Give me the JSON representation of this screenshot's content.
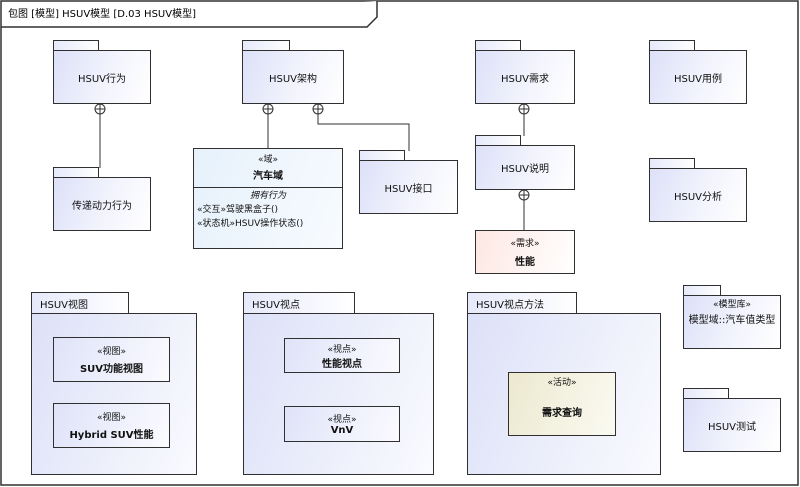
{
  "frame": {
    "title": "包图 [模型] HSUV模型 [D.03 HSUV模型]"
  },
  "packages": {
    "behavior": "HSUV行为",
    "power": "传递动力行为",
    "arch": "HSUV架构",
    "iface": "HSUV接口",
    "req": "HSUV需求",
    "spec": "HSUV说明",
    "usecase": "HSUV用例",
    "analysis": "HSUV分析",
    "views": "HSUV视图",
    "viewpoints": "HSUV视点",
    "methods": "HSUV视点方法",
    "test": "HSUV测试"
  },
  "car_domain": {
    "stereotype": "«域»",
    "name": "汽车域",
    "ops_header": "拥有行为",
    "ops": [
      "«交互»驾驶黑盒子()",
      "«状态机»HSUV操作状态()"
    ]
  },
  "performance": {
    "stereotype": "«需求»",
    "name": "性能"
  },
  "model_lib": {
    "stereotype": "«模型库»",
    "name": "模型域::汽车值类型"
  },
  "view_items": [
    {
      "stereotype": "«视图»",
      "name": "SUV功能视图"
    },
    {
      "stereotype": "«视图»",
      "name": "Hybrid SUV性能"
    }
  ],
  "viewpoint_items": [
    {
      "stereotype": "«视点»",
      "name": "性能视点"
    },
    {
      "stereotype": "«视点»",
      "name": "VnV"
    }
  ],
  "activity": {
    "stereotype": "«活动»",
    "name": "需求查询"
  },
  "colors": {
    "border": "#303030",
    "package": "#dde1f8",
    "requirement": "#fde7e2",
    "activity": "#ece9cf",
    "domain": "#e6f1fb"
  }
}
